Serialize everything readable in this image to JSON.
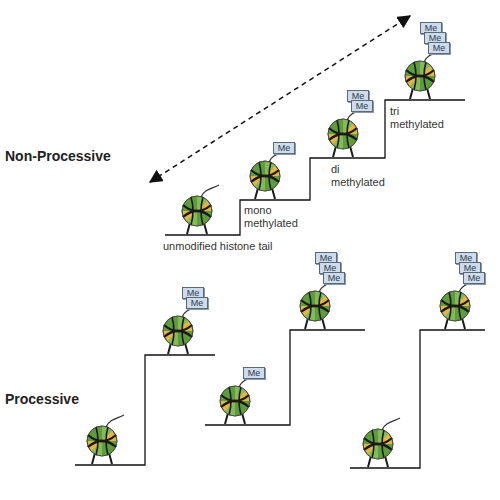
{
  "diagram": {
    "nodes": [
      {
        "text": [
          "Me"
        ]
      },
      {
        "text": [
          "Me"
        ]
      },
      {
        "text": [
          "Me"
        ]
      },
      {
        "text": [
          "Me"
        ]
      },
      {
        "text": [
          "Me"
        ]
      },
      {
        "text": [
          "Me"
        ]
      },
      {
        "text": [
          "Me"
        ]
      },
      {
        "text": [
          "Me"
        ]
      },
      {
        "text": [
          "Me"
        ]
      },
      {
        "text": [
          "Me"
        ]
      },
      {
        "text": [
          "Me"
        ]
      },
      {
        "text": [
          "Me"
        ]
      },
      {
        "text": [
          "Me"
        ]
      },
      {
        "text": [
          "Me"
        ]
      },
      {
        "text": [
          "Me"
        ]
      }
    ],
    "labels": [
      "Non-Processive",
      "unmodified histone tail",
      "mono methylated",
      "di methylated",
      "tri methylated",
      "Processive"
    ]
  }
}
